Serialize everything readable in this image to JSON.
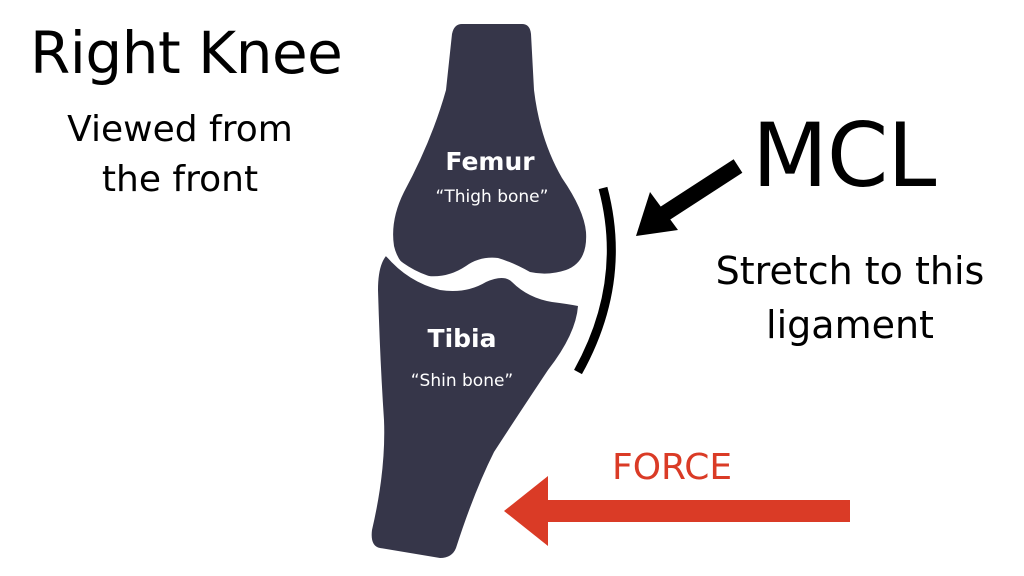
{
  "header": {
    "title": "Right Knee",
    "subtitle_line1": "Viewed from",
    "subtitle_line2": "the front"
  },
  "bones": {
    "femur": {
      "name": "Femur",
      "common_name": "“Thigh bone”"
    },
    "tibia": {
      "name": "Tibia",
      "common_name": "“Shin bone”"
    }
  },
  "ligament": {
    "label": "MCL",
    "description_line1": "Stretch to this",
    "description_line2": "ligament"
  },
  "force": {
    "label": "FORCE",
    "direction": "left"
  },
  "colors": {
    "bone": "#363649",
    "ligament": "#000000",
    "force": "#da3b26",
    "text": "#000000",
    "background": "#ffffff"
  },
  "icons": {
    "ligament_pointer": "arrow-down-left-icon",
    "force_arrow": "arrow-left-icon"
  }
}
